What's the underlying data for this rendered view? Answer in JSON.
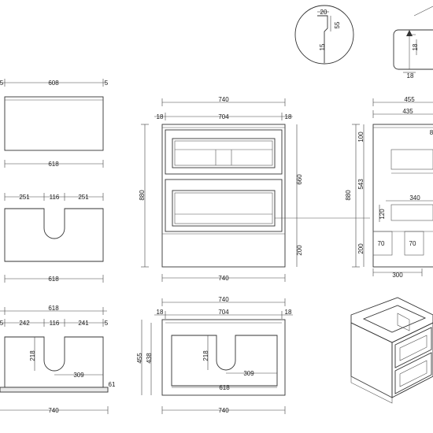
{
  "drawings": {
    "top_panel": {
      "gap_left": "5",
      "top_width": "608",
      "gap_right": "5",
      "bottom_width": "618"
    },
    "cutout_panel": {
      "left": "251",
      "mid": "116",
      "right": "251",
      "total": "618"
    },
    "base_panel": {
      "total_width": "618",
      "gap_left": "5",
      "left": "242",
      "mid": "116",
      "right": "241",
      "gap_right": "5",
      "notch_depth": "218",
      "notch_offset": "309",
      "side_gap": "61",
      "outer_width": "740"
    },
    "front_view": {
      "overall_width": "740",
      "side_left": "18",
      "inner_width": "704",
      "side_right": "18",
      "height": "880",
      "drawer_height": "660",
      "plinth": "200",
      "bottom_width": "740"
    },
    "plan_view": {
      "overall_width": "740",
      "side_left": "18",
      "inner_width": "704",
      "side_right": "18",
      "depth_outer": "455",
      "depth_inner": "438",
      "notch_depth": "218",
      "notch_offset": "309",
      "inner_bottom": "618",
      "outer_bottom": "740"
    },
    "side_view": {
      "overall_depth": "455",
      "inner_depth": "435",
      "height": "880",
      "top_zone": "100",
      "drawer_zone": "543",
      "drawer_depth": "340",
      "drawer_side": "120",
      "plinth": "200",
      "foot_left": "70",
      "foot_right": "70",
      "base_depth": "300",
      "edge_label": "8"
    },
    "detail_profile": {
      "top": "20",
      "side": "55",
      "depth": "15"
    },
    "detail_section": {
      "height": "18",
      "width": "18"
    }
  },
  "colors": {
    "line": "#333333",
    "text": "#1a1a1a",
    "panel_top": "#e9e9e9"
  }
}
